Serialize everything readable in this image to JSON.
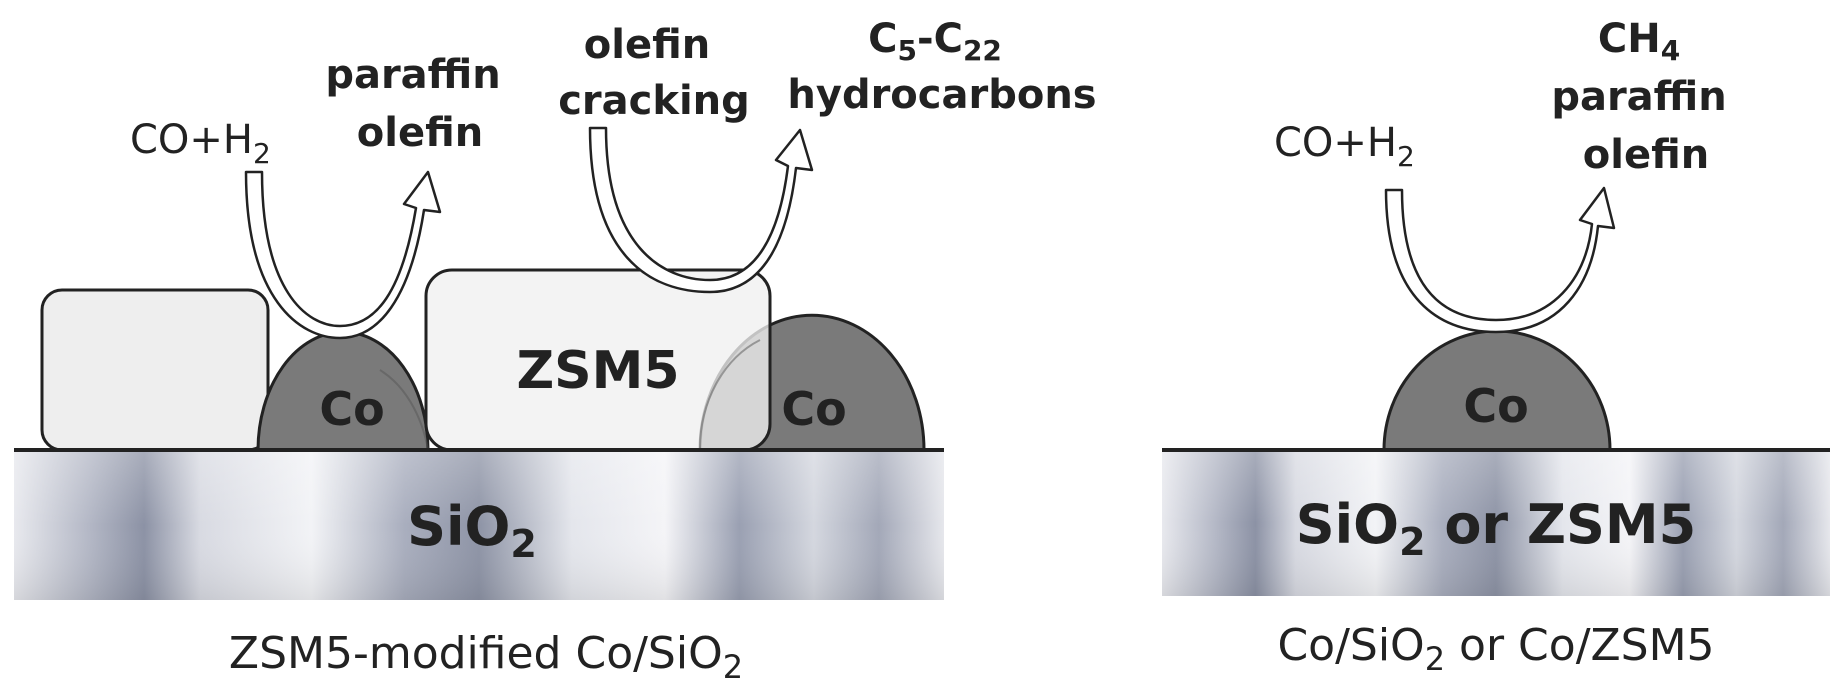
{
  "left_panel": {
    "reactant": {
      "main": "CO+H",
      "sub": "2"
    },
    "product1": {
      "line1": "paraffin",
      "line2": "olefin"
    },
    "process": {
      "line1": "olefin",
      "line2": "cracking"
    },
    "product2": {
      "c1": "C",
      "s1": "5",
      "dash": "-C",
      "s2": "22",
      "line2": "hydrocarbons"
    },
    "zeolite_label": "ZSM5",
    "co_label_1": "Co",
    "co_label_2": "Co",
    "support": {
      "main": "SiO",
      "sub": "2"
    },
    "caption": {
      "main": "ZSM5-modified Co/SiO",
      "sub": "2"
    }
  },
  "right_panel": {
    "reactant": {
      "main": "CO+H",
      "sub": "2"
    },
    "products": {
      "ch": "CH",
      "ch_sub": "4",
      "line2": "paraffin",
      "line3": "olefin"
    },
    "co_label": "Co",
    "support": {
      "a": "SiO",
      "a_sub": "2",
      "b": " or ZSM5"
    },
    "caption": {
      "a": "Co/SiO",
      "a_sub": "2",
      "b": " or Co/ZSM5"
    }
  },
  "colors": {
    "cobalt": "#7a7a7a",
    "zeolite": "#eeeeee",
    "support_light": "#e6e8ef",
    "support_dark": "#8a90a3",
    "outline": "#222222"
  }
}
